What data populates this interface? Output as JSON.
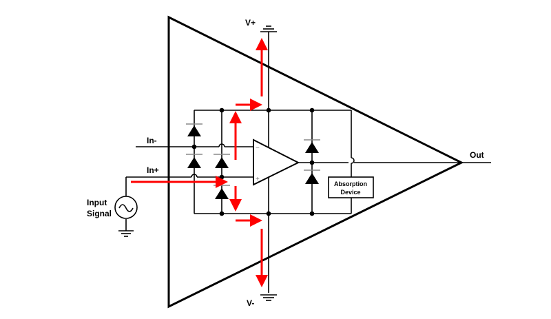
{
  "diagram": {
    "title": "Op-amp ESD protection current paths",
    "labels": {
      "v_plus": "V+",
      "v_minus": "V-",
      "in_minus": "In-",
      "in_plus": "In+",
      "out": "Out",
      "input_signal_line1": "Input",
      "input_signal_line2": "Signal",
      "absorption_line1": "Absorption",
      "absorption_line2": "Device",
      "opamp_minus": "−",
      "opamp_plus": "+"
    },
    "colors": {
      "wire": "#000000",
      "current_path": "#ff0000",
      "background": "#ffffff"
    }
  }
}
